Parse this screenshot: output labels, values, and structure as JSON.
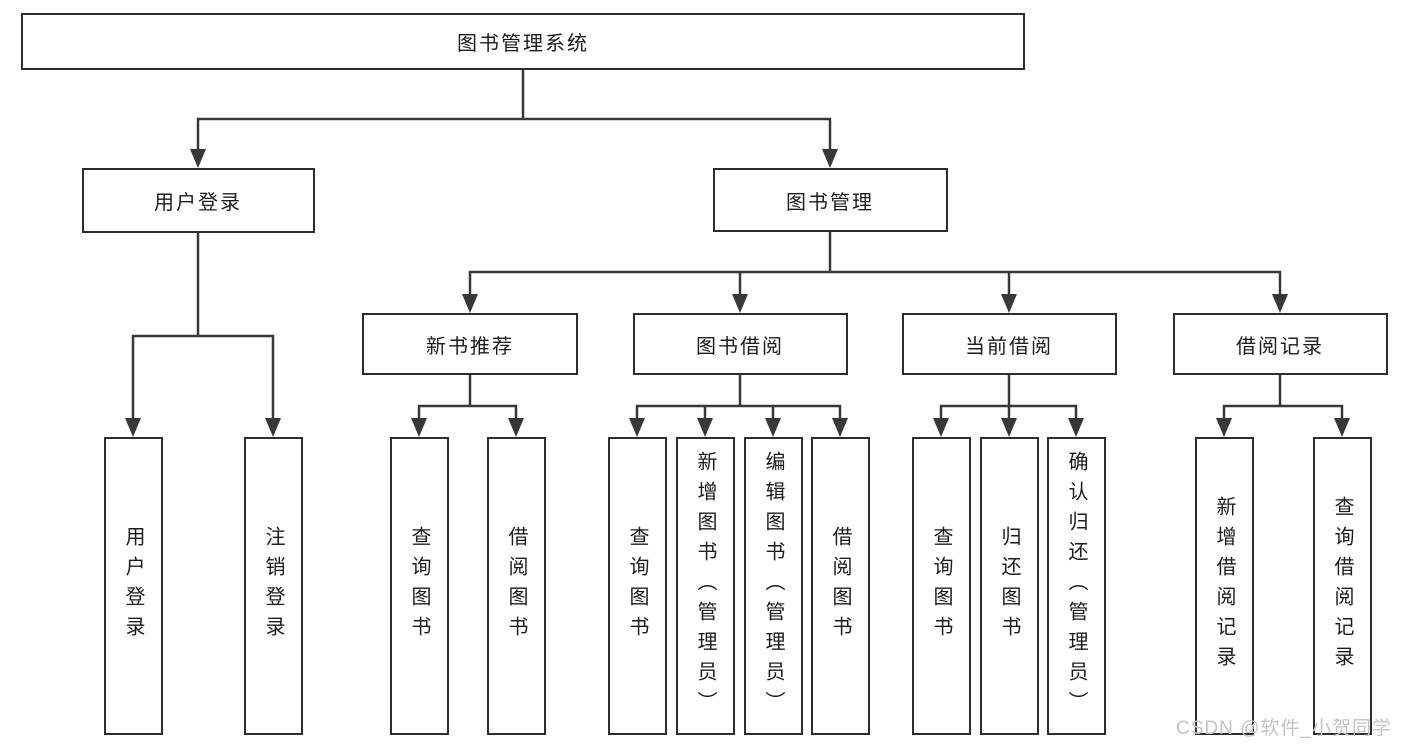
{
  "tree": {
    "label": "图书管理系统",
    "children": [
      {
        "label": "用户登录",
        "children": [
          {
            "label": "用户登录"
          },
          {
            "label": "注销登录"
          }
        ]
      },
      {
        "label": "图书管理",
        "children": [
          {
            "label": "新书推荐",
            "children": [
              {
                "label": "查询图书"
              },
              {
                "label": "借阅图书"
              }
            ]
          },
          {
            "label": "图书借阅",
            "children": [
              {
                "label": "查询图书"
              },
              {
                "label": "新增图书（管理员）"
              },
              {
                "label": "编辑图书（管理员）"
              },
              {
                "label": "借阅图书"
              }
            ]
          },
          {
            "label": "当前借阅",
            "children": [
              {
                "label": "查询图书"
              },
              {
                "label": "归还图书"
              },
              {
                "label": "确认归还（管理员）"
              }
            ]
          },
          {
            "label": "借阅记录",
            "children": [
              {
                "label": "新增借阅记录"
              },
              {
                "label": "查询借阅记录"
              }
            ]
          }
        ]
      }
    ]
  },
  "watermark": {
    "text": "CSDN @软件_小贺同学"
  },
  "colors": {
    "background": "#ffffff",
    "box_fill": "#ffffff",
    "box_border": "#2d2d2d",
    "line": "#383838",
    "text": "#1c1c1c",
    "watermark": "#c4c4c4"
  }
}
